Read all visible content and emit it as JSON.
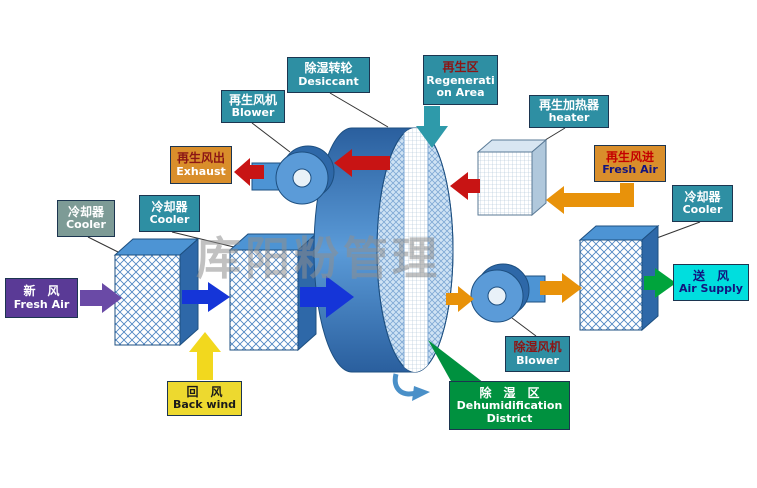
{
  "watermark": "库阳粉管理",
  "labels": {
    "desiccant": {
      "zh": "除湿转轮",
      "en": "Desiccant"
    },
    "regen_area": {
      "zh": "再生区",
      "en": "Regenerati on Area"
    },
    "regen_blower": {
      "zh": "再生风机",
      "en": "Blower"
    },
    "regen_heater": {
      "zh": "再生加热器",
      "en": "heater"
    },
    "exhaust": {
      "zh": "再生风出",
      "en": "Exhaust"
    },
    "regen_fresh": {
      "zh": "再生风进",
      "en": "Fresh Air"
    },
    "cooler_far_left": {
      "zh": "冷却器",
      "en": "Cooler"
    },
    "cooler_left": {
      "zh": "冷却器",
      "en": "Cooler"
    },
    "cooler_right": {
      "zh": "冷却器",
      "en": "Cooler"
    },
    "fresh_air": {
      "zh": "新　风",
      "en": "Fresh Air"
    },
    "air_supply": {
      "zh": "送　风",
      "en": "Air Supply"
    },
    "back_wind": {
      "zh": "回　风",
      "en": "Back wind"
    },
    "dehumid_blower": {
      "zh": "除湿风机",
      "en": "Blower"
    },
    "dehumid_district": {
      "zh": "除　湿　区",
      "en": "Dehumidification District"
    }
  },
  "colors": {
    "teal_label": "#2e8fa3",
    "gray_label": "#7d9b96",
    "orange_label": "#d98e2b",
    "purple_label": "#5a3a96",
    "cyan_label": "#00dede",
    "yellow_label": "#edd92f",
    "green_label": "#00913f",
    "process_blue": "#1535d8",
    "regen_red": "#c81414",
    "hot_orange": "#e8920a",
    "return_yellow": "#f2d81e",
    "supply_green": "#00a43c",
    "regen_teal": "#2e9aaa",
    "fresh_purple": "#6a4aa6"
  }
}
